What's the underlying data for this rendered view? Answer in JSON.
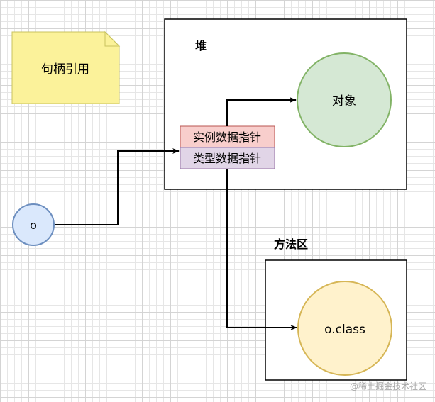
{
  "note": {
    "label": "句柄引用",
    "fill": "#fbf29a",
    "stroke": "#c8c35f"
  },
  "heap": {
    "label": "堆"
  },
  "object": {
    "label": "对象",
    "fill": "#d5e8d4",
    "stroke": "#82b366"
  },
  "instance_pointer": {
    "label": "实例数据指针",
    "fill": "#f8cecc",
    "stroke": "#b85450"
  },
  "type_pointer": {
    "label": "类型数据指针",
    "fill": "#e1d5e7",
    "stroke": "#9673a6"
  },
  "reference": {
    "label": "o",
    "fill": "#dae8fc",
    "stroke": "#6c8ebf"
  },
  "method_area": {
    "label": "方法区"
  },
  "class_object": {
    "label": "o.class",
    "fill": "#fff2cc",
    "stroke": "#d6b656"
  },
  "watermark": "@稀土掘金技术社区"
}
